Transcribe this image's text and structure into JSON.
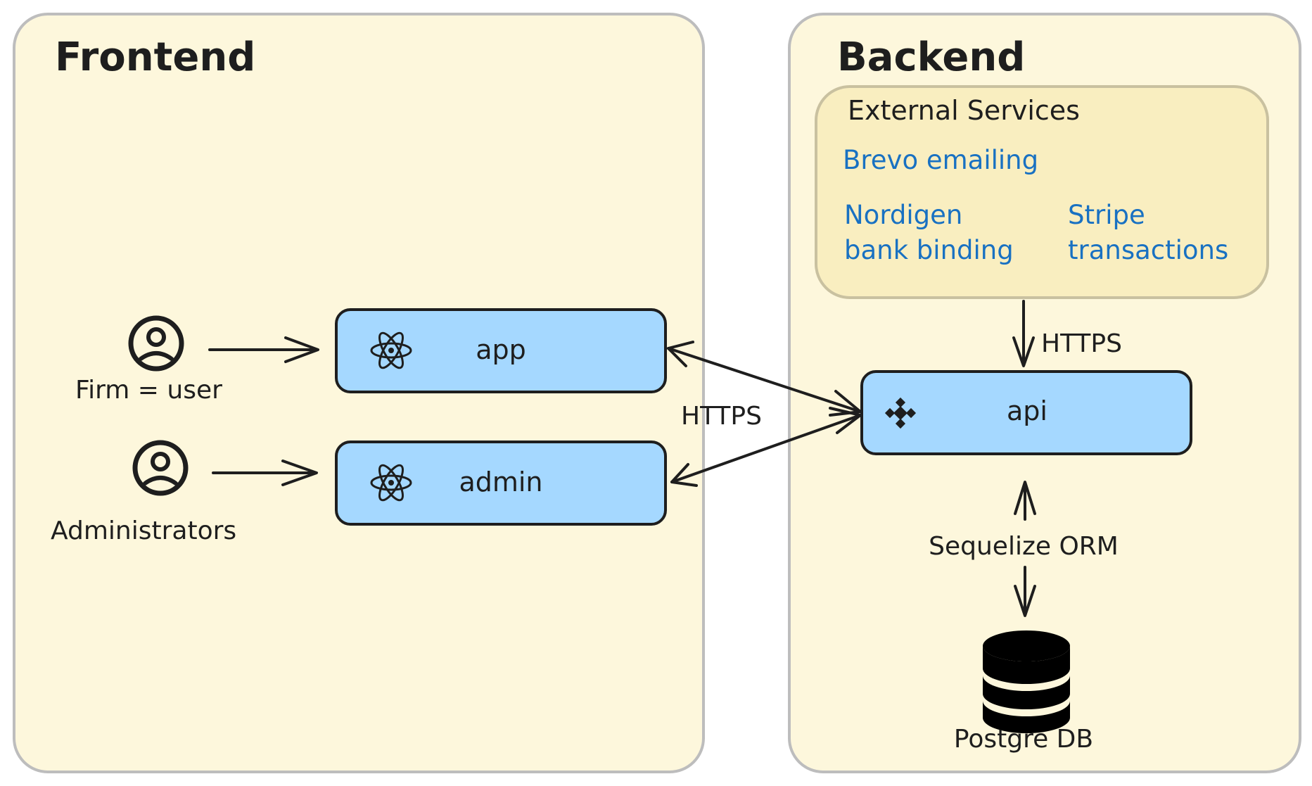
{
  "frontend": {
    "title": "Frontend",
    "actors": [
      {
        "label": "Firm = user",
        "icon": "user-circle-icon"
      },
      {
        "label": "Administrators",
        "icon": "user-circle-icon"
      }
    ],
    "nodes": [
      {
        "label": "app",
        "icon": "react-atom-icon"
      },
      {
        "label": "admin",
        "icon": "react-atom-icon"
      }
    ]
  },
  "backend": {
    "title": "Backend",
    "external_services": {
      "title": "External Services",
      "items": [
        {
          "line1": "Brevo emailing",
          "line2": ""
        },
        {
          "line1": "Nordigen",
          "line2": "bank binding"
        },
        {
          "line1": "Stripe",
          "line2": "transactions"
        }
      ]
    },
    "api": {
      "label": "api",
      "icon": "nestjs-cube-icon"
    },
    "database": {
      "label": "Postgre DB",
      "icon": "database-icon"
    }
  },
  "edges": {
    "frontend_api": "HTTPS",
    "external_api": "HTTPS",
    "api_db": "Sequelize ORM"
  },
  "colors": {
    "panel_fill": "#fdf7dc",
    "external_fill": "#f9eec0",
    "node_fill": "#a5d8ff",
    "service_text": "#1971c2",
    "stroke": "#1e1e1e"
  }
}
